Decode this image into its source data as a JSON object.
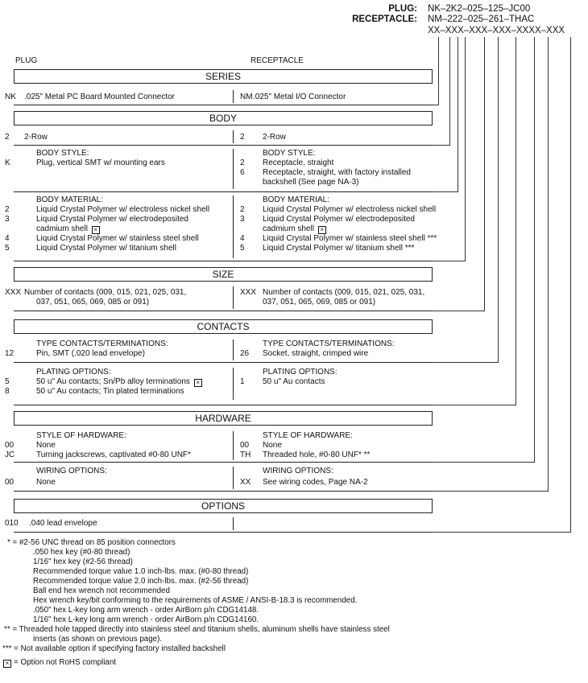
{
  "part_numbers": {
    "plug_label": "PLUG:",
    "plug_value": "NK–2K2–025–125–JC00",
    "receptacle_label": "RECEPTACLE:",
    "receptacle_value": "NM–222–025–261–THAC",
    "template": "XX–XXX–XXX–XXX–XXXX–XXX"
  },
  "column_heads": {
    "plug": "PLUG",
    "receptacle": "RECEPTACLE"
  },
  "series": {
    "header": "SERIES",
    "plug_code": "NK",
    "plug_desc": ".025\" Metal PC Board Mounted Connector",
    "rec_code": "NM",
    "rec_desc": ".025\" Metal I/O Connector"
  },
  "body": {
    "header": "BODY",
    "row": {
      "plug_code": "2",
      "plug_desc": "2-Row",
      "rec_code": "2",
      "rec_desc": "2-Row"
    },
    "style": {
      "plug_title": "BODY STYLE:",
      "plug_code": "K",
      "plug_desc": "Plug, vertical SMT w/ mounting ears",
      "rec_title": "BODY STYLE:",
      "rec_code_1": "2",
      "rec_desc_1": "Receptacle, straight",
      "rec_code_2": "6",
      "rec_desc_2a": "Receptacle, straight, with factory installed",
      "rec_desc_2b": "backshell (See page NA-3)"
    },
    "material": {
      "plug_title": "BODY MATERIAL:",
      "rec_title": "BODY MATERIAL:",
      "plug_codes": [
        "2",
        "3",
        "",
        "4",
        "5"
      ],
      "plug_lines": [
        "Liquid Crystal Polymer w/ electroless nickel shell",
        "Liquid Crystal Polymer w/ electrodeposited",
        "cadmium shell",
        "Liquid Crystal Polymer w/ stainless steel shell",
        "Liquid Crystal Polymer w/ titanium shell"
      ],
      "rec_codes": [
        "2",
        "3",
        "",
        "4",
        "5"
      ],
      "rec_lines": [
        "Liquid Crystal Polymer w/ electroless nickel shell",
        "Liquid Crystal Polymer w/ electrodeposited",
        "cadmium shell",
        "Liquid Crystal Polymer w/ stainless steel shell ***",
        "Liquid Crystal Polymer w/ titanium shell ***"
      ]
    }
  },
  "size": {
    "header": "SIZE",
    "plug_code": "XXX",
    "plug_line1": "Number of contacts (009, 015, 021, 025, 031,",
    "plug_line2": "037, 051, 065, 069, 085 or 091)",
    "rec_code": "XXX",
    "rec_line1": "Number of contacts (009, 015, 021, 025, 031,",
    "rec_line2": "037, 051, 065, 069,  085 or 091)"
  },
  "contacts": {
    "header": "CONTACTS",
    "type_plug_title": "TYPE CONTACTS/TERMINATIONS:",
    "type_plug_code": "12",
    "type_plug_desc": "Pin, SMT (.020 lead envelope)",
    "type_rec_title": "TYPE CONTACTS/TERMINATIONS:",
    "type_rec_code": "26",
    "type_rec_desc": "Socket, straight, crimped wire",
    "plating_plug_title": "PLATING OPTIONS:",
    "plating_plug_code_1": "5",
    "plating_plug_desc_1": "50 u\" Au contacts; Sn/Pb alloy terminations",
    "plating_plug_code_2": "8",
    "plating_plug_desc_2": "50 u\" Au contacts; Tin plated terminations",
    "plating_rec_title": "PLATING OPTIONS:",
    "plating_rec_code": "1",
    "plating_rec_desc": "50 u\" Au contacts"
  },
  "hardware": {
    "header": "HARDWARE",
    "style_plug_title": "STYLE OF HARDWARE:",
    "style_plug_code_1": "00",
    "style_plug_desc_1": "None",
    "style_plug_code_2": "JC",
    "style_plug_desc_2": "Turning jackscrews, captivated #0-80 UNF*",
    "style_rec_title": "STYLE OF HARDWARE:",
    "style_rec_code_1": "00",
    "style_rec_desc_1": "None",
    "style_rec_code_2": "TH",
    "style_rec_desc_2": "Threaded hole, #0-80 UNF*  **",
    "wiring_plug_title": "WIRING OPTIONS:",
    "wiring_plug_code": "00",
    "wiring_plug_desc": "None",
    "wiring_rec_title": "WIRING OPTIONS:",
    "wiring_rec_code": "XX",
    "wiring_rec_desc": "See wiring codes, Page NA-2"
  },
  "options": {
    "header": "OPTIONS",
    "plug_code": "010",
    "plug_desc": ".040 lead envelope"
  },
  "notes": {
    "n1_mark": "* = #2-56 UNC thread on 85 position connectors",
    "n1_lines": [
      ".050 hex key (#0-80 thread)",
      "1/16\" hex key (#2-56 thread)",
      "Recommended torque value 1.0 inch-lbs. max. (#0-80 thread)",
      "Recommended torque value 2.0 inch-lbs. max. (#2-56 thread)",
      "Ball end hex wrench not recommended",
      "Hex wrench key/bit conforming to the requirements of ASME / ANSI-B-18.3 is recommended.",
      ".050\" hex L-key long arm wrench - order AirBorn p/n CDG14148.",
      "1/16\" hex L-key long arm wrench - order AirBorn p/n CDG14160."
    ],
    "n2_line1": "** = Threaded hole tapped directly into stainless steel and titanium shells, aluminum shells have stainless steel",
    "n2_line2": "inserts (as shown on previous page).",
    "n3": "*** = Not available option if specifying factory installed backshell",
    "n4": "= Option not RoHS compliant",
    "x_mark": "×"
  }
}
